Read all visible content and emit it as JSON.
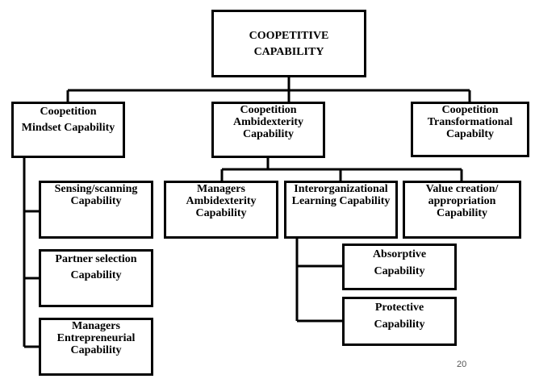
{
  "root": {
    "text": "COOPETITIVE\nCAPABILITY"
  },
  "level1": [
    {
      "text": "Coopetition\nMindset Capability"
    },
    {
      "text": "Coopetition\nAmbidexterity\nCapability"
    },
    {
      "text": "Coopetition\nTransformational\nCapabilty"
    }
  ],
  "mindset_children": [
    {
      "text": "Sensing/scanning\nCapability"
    },
    {
      "text": "Partner selection\nCapability"
    },
    {
      "text": "Managers\nEntrepreneurial\nCapability"
    }
  ],
  "ambidexterity_children": [
    {
      "text": "Managers\nAmbidexterity\nCapability"
    },
    {
      "text": "Interorganizational\nLearning Capability"
    },
    {
      "text": "Value creation/\nappropriation\nCapability"
    }
  ],
  "learning_children": [
    {
      "text": "Absorptive\nCapability"
    },
    {
      "text": "Protective\nCapability"
    }
  ],
  "footer": {
    "page_number": "20"
  }
}
